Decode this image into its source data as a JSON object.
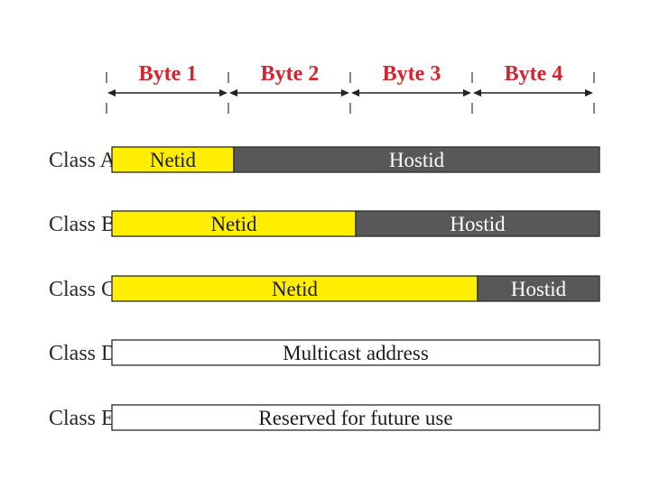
{
  "bytes": [
    {
      "label": "Byte 1"
    },
    {
      "label": "Byte 2"
    },
    {
      "label": "Byte 3"
    },
    {
      "label": "Byte 4"
    }
  ],
  "classes": [
    {
      "label": "Class A",
      "segments": [
        {
          "text": "Netid",
          "bytes": 1,
          "color": "#ffee00"
        },
        {
          "text": "Hostid",
          "bytes": 3,
          "color": "#58585a"
        }
      ]
    },
    {
      "label": "Class B",
      "segments": [
        {
          "text": "Netid",
          "bytes": 2,
          "color": "#ffee00"
        },
        {
          "text": "Hostid",
          "bytes": 2,
          "color": "#58585a"
        }
      ]
    },
    {
      "label": "Class C",
      "segments": [
        {
          "text": "Netid",
          "bytes": 3,
          "color": "#ffee00"
        },
        {
          "text": "Hostid",
          "bytes": 1,
          "color": "#58585a"
        }
      ]
    },
    {
      "label": "Class D",
      "segments": [
        {
          "text": "Multicast address",
          "bytes": 4,
          "color": "#ffffff"
        }
      ]
    },
    {
      "label": "Class E",
      "segments": [
        {
          "text": "Reserved for future use",
          "bytes": 4,
          "color": "#ffffff"
        }
      ]
    }
  ],
  "colors": {
    "byte_label": "#d7232e",
    "netid": "#ffee00",
    "hostid": "#58585a",
    "border": "#2a2a2a"
  }
}
